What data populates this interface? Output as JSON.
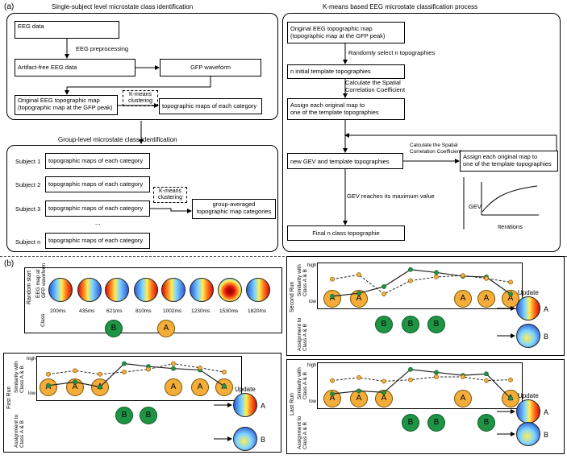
{
  "panel_a": {
    "label": "(a)",
    "left_title": "Single-subject level microstate class identification",
    "right_title": "K-means based EEG microstate classification process",
    "group_title": "Group-level microstate class identification",
    "eeg_data": "EEG data",
    "eeg_preprocessing": "EEG preprocessing",
    "artifact_free": "Artifact-free EEG data",
    "gfp_waveform": "GFP waveform",
    "orig_map_l1": "Original EEG topographic map",
    "orig_map_l2": "(topographic map at the GFP peak)",
    "kmeans_l1": "K-means",
    "kmeans_l2": "clustering",
    "topo_each": "topographic maps of each category",
    "subjects": [
      "Subject 1",
      "Subject 2",
      "Subject 3",
      "Subject n"
    ],
    "ellipsis": "...",
    "group_avg_l1": "group-averaged",
    "group_avg_l2": "topographic map categories",
    "r_orig_l1": "Original EEG topographic map",
    "r_orig_l2": "(topographic map at the GFP peak)",
    "randomly_select": "Randomly select n topographies",
    "n_initial": "n initial template topographies",
    "calc_scc": "Calculate the Spatial",
    "calc_scc2": "Correlation Coefficient",
    "assign_l1": "Assign each original map to",
    "assign_l2": "one of the template topographies",
    "new_gev": "new GEV and  template topographies",
    "calc_scc_b1": "Calculate the Spatial",
    "calc_scc_b2": "Correlation Coefficient",
    "assign_b_l1": "Assign each original map to",
    "assign_b_l2": "one of the template topographies",
    "gev_max": "GEV reaches its maximum value",
    "gev_label": "GEV",
    "iterations_label": "Iterations",
    "final": "Final n class topographie"
  },
  "panel_b": {
    "label": "(b)",
    "random_start": "Random start",
    "eeg_map_l1": "EEG map at",
    "eeg_map_l2": "GFP waveform",
    "class_label": "Class",
    "times": [
      "200ms",
      "435ms",
      "621ms",
      "810ms",
      "1002ms",
      "1230ms",
      "1530ms",
      "1820ms"
    ],
    "class_b": "B",
    "class_a": "A",
    "high": "high",
    "low": "low",
    "sim_l1": "Similarity with",
    "sim_l2": "Class A & B",
    "assign_l1": "Assignment to",
    "assign_l2": "Class A & B",
    "update": "Update",
    "A": "A",
    "B": "B",
    "runs": [
      {
        "name": "First Run",
        "assign": [
          "A",
          "A",
          "A",
          "B",
          "B",
          "A",
          "A",
          "A"
        ]
      },
      {
        "name": "Second Run",
        "assign": [
          "A",
          "A",
          "B",
          "B",
          "B",
          "A",
          "A",
          "A"
        ]
      },
      {
        "name": "Last Run",
        "assign": [
          "A",
          "A",
          "A",
          "B",
          "B",
          "A",
          "B",
          "A"
        ]
      }
    ]
  },
  "colors": {
    "orange": "#f4ad3a",
    "green": "#1e9444"
  }
}
